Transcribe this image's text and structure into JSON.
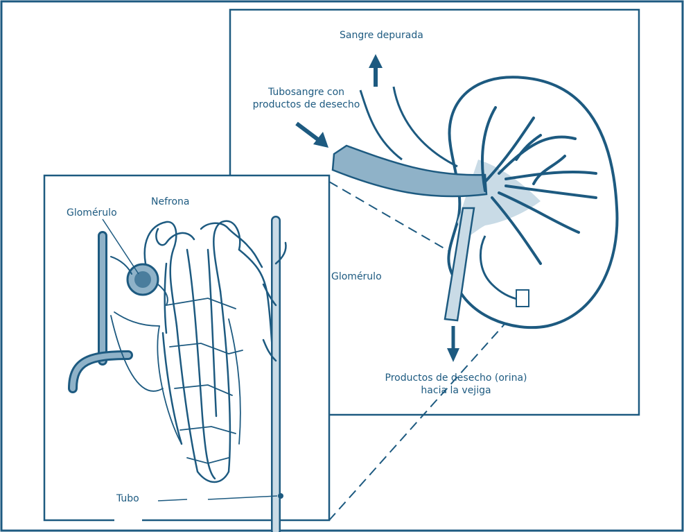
{
  "colors": {
    "ink": "#1d5a80",
    "light_fill": "#c9dbe6",
    "mid_fill": "#8fb2c8",
    "frame": "#1d5a80",
    "background": "#ffffff"
  },
  "labels": {
    "sangre_depurada": "Sangre depurada",
    "tubosangre_line1": "Tubosangre con",
    "tubosangre_line2": "productos de desecho",
    "glomerulo_kidney": "Glomérulo",
    "productos_line1": "Productos de desecho (orina)",
    "productos_line2": "hacia la vejiga",
    "glomerulo_nephron": "Glomérulo",
    "nefrona": "Nefrona",
    "tubo": "Tubo"
  },
  "icons": {
    "up_arrow": "arrow-up-icon",
    "diagonal_arrow": "arrow-down-right-icon",
    "down_arrow": "arrow-down-icon"
  }
}
